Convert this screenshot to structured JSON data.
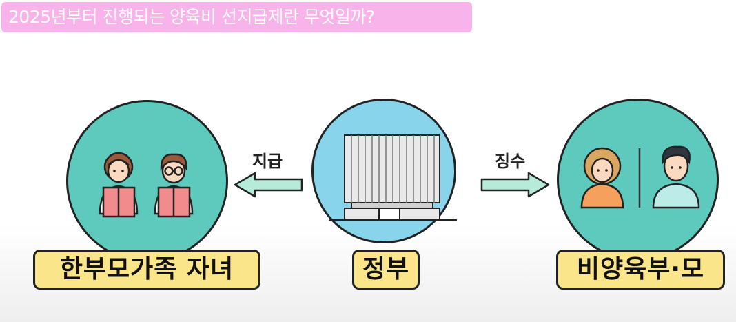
{
  "title": "2025년부터 진행되는 양육비 선지급제란 무엇일까?",
  "nodes": {
    "left": {
      "label": "한부모가족 자녀"
    },
    "center": {
      "label": "정부"
    },
    "right": {
      "label": "비양육부·모"
    }
  },
  "arrows": {
    "left": {
      "label": "지급"
    },
    "right": {
      "label": "징수"
    }
  },
  "colors": {
    "title_bg": "#f7b3ea",
    "teal_circle": "#5ec9bd",
    "sky_circle": "#88d4ea",
    "label_bg": "#fbe58a",
    "arrow_fill": "#b6ead9"
  }
}
